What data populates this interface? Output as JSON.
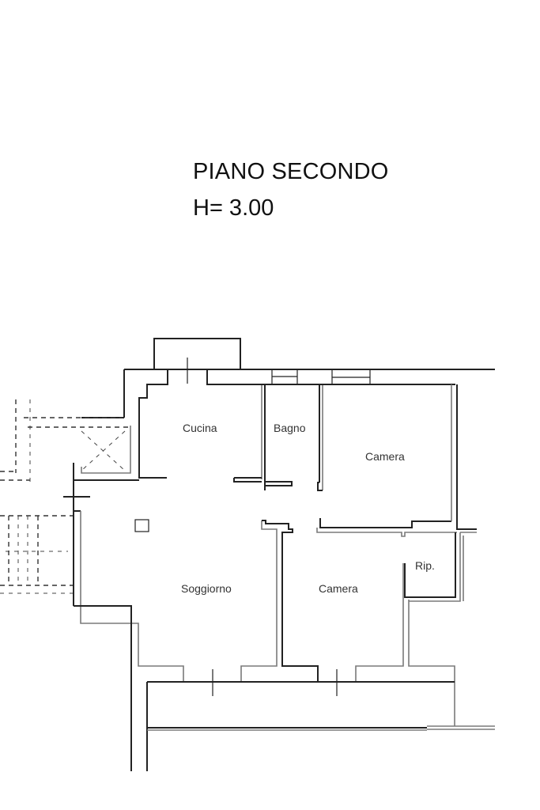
{
  "floor": {
    "title": "PIANO SECONDO",
    "height_label": "H= 3.00"
  },
  "rooms": [
    {
      "name": "Cucina"
    },
    {
      "name": "Bagno"
    },
    {
      "name": "Camera"
    },
    {
      "name": "Soggiorno"
    },
    {
      "name": "Camera"
    },
    {
      "name": "Rip."
    }
  ],
  "colors": {
    "wall": "#222222",
    "inner_wall": "#7a7a7a",
    "background": "#ffffff"
  }
}
